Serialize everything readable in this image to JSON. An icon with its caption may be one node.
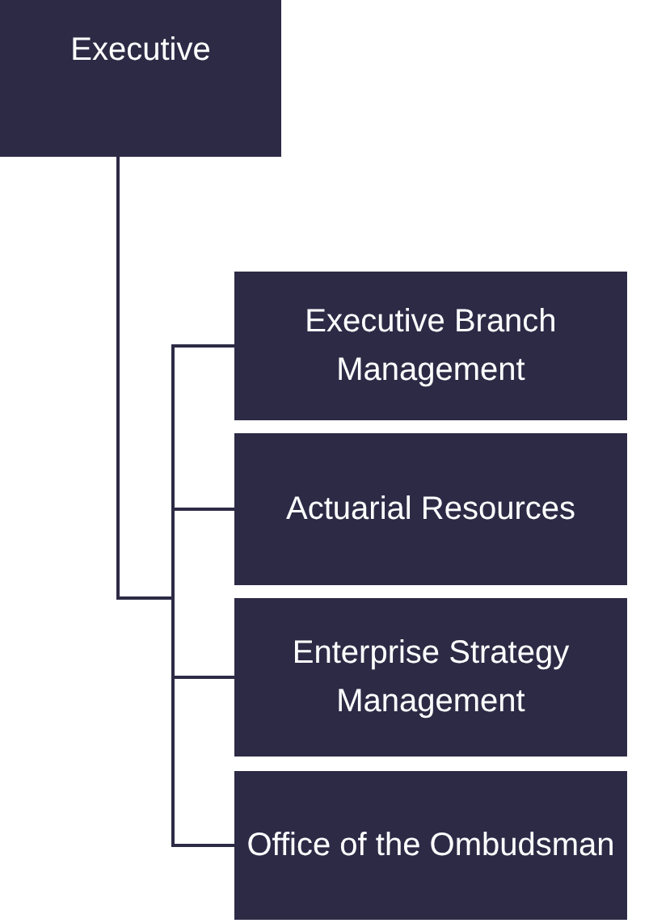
{
  "diagram": {
    "nodes": [
      {
        "text": [
          "Executive"
        ]
      },
      {
        "text": [
          "Executive Branch Management"
        ]
      },
      {
        "text": [
          "Actuarial Resources"
        ]
      },
      {
        "text": [
          "Enterprise Strategy Management"
        ]
      },
      {
        "text": [
          "Office of the Ombudsman"
        ]
      }
    ],
    "edges": [
      {
        "from": 0,
        "to": 1,
        "arrow": "none"
      },
      {
        "from": 0,
        "to": 2,
        "arrow": "none"
      },
      {
        "from": 0,
        "to": 3,
        "arrow": "none"
      },
      {
        "from": 0,
        "to": 4,
        "arrow": "none"
      }
    ]
  }
}
